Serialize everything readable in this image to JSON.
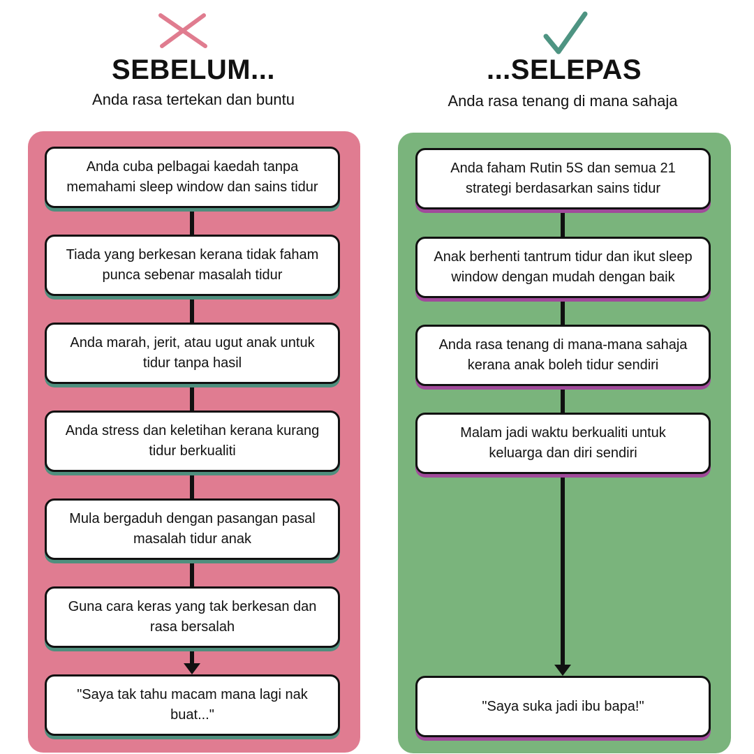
{
  "colors": {
    "before_panel": "#E07C91",
    "after_panel": "#7AB47C",
    "before_shadow": "#4F8F7E",
    "after_shadow": "#A04A9A",
    "x_icon": "#E07C8F",
    "check_icon": "#4E9482"
  },
  "before": {
    "icon": "x-icon",
    "title": "SEBELUM...",
    "subtitle": "Anda rasa tertekan dan buntu",
    "steps": [
      "Anda cuba pelbagai kaedah tanpa memahami sleep window dan sains tidur",
      "Tiada yang berkesan kerana tidak faham punca sebenar masalah tidur",
      "Anda marah, jerit, atau ugut anak untuk tidur tanpa hasil",
      "Anda stress dan keletihan kerana kurang tidur berkualiti",
      "Mula bergaduh dengan pasangan pasal masalah tidur anak",
      "Guna cara keras yang tak berkesan dan rasa bersalah",
      "\"Saya tak tahu macam mana lagi nak buat...\""
    ]
  },
  "after": {
    "icon": "check-icon",
    "title": "...SELEPAS",
    "subtitle": "Anda rasa tenang di mana sahaja",
    "steps": [
      "Anda faham Rutin 5S dan semua 21 strategi berdasarkan sains tidur",
      "Anak berhenti tantrum tidur dan ikut sleep window dengan mudah dengan baik",
      "Anda rasa tenang di mana-mana sahaja kerana anak boleh tidur sendiri",
      "Malam jadi waktu berkualiti untuk keluarga dan diri sendiri",
      "\"Saya suka jadi ibu bapa!\""
    ]
  }
}
